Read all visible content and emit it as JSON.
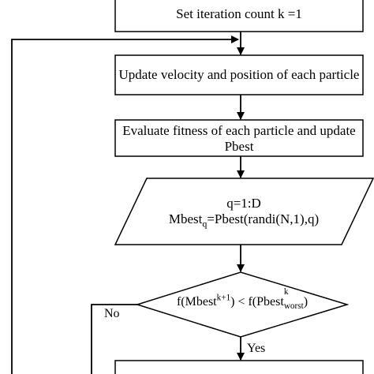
{
  "flowchart": {
    "nodes": {
      "set_iteration": {
        "text": "Set iteration count k =1",
        "shape": "rectangle"
      },
      "update_velocity": {
        "text": "Update velocity and position of each particle",
        "shape": "rectangle"
      },
      "evaluate_fitness": {
        "line1": "Evaluate fitness of each particle and update",
        "line2": "Pbest",
        "shape": "rectangle"
      },
      "mbest_io": {
        "line1": "q=1:D",
        "line2_prefix": "Mbest",
        "line2_sub": "q",
        "line2_suffix": "=Pbest(randi(N,1),q)",
        "shape": "parallelogram"
      },
      "condition": {
        "part1": "f(Mbest",
        "sup1": "k+1",
        "part2": ") < f(Pbest",
        "sup2": "k",
        "sub2": "worst",
        "part3": ")",
        "shape": "diamond"
      },
      "next_step": {
        "text": "",
        "shape": "rectangle"
      }
    },
    "edge_labels": {
      "no": "No",
      "yes": "Yes"
    },
    "colors": {
      "stroke": "#000000",
      "fill": "#ffffff"
    }
  }
}
